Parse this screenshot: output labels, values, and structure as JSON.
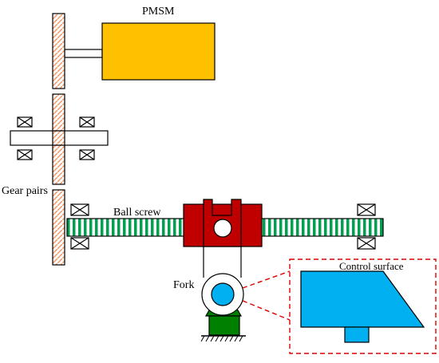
{
  "labels": {
    "motor": "PMSM",
    "gears": "Gear pairs",
    "screw": "Ball screw",
    "fork": "Fork",
    "surface": "Control surface"
  },
  "colors": {
    "motor_fill": "#FFC000",
    "nut_fill": "#C00000",
    "screw_stripe": "#00A050",
    "gear_hatch": "#F0A070",
    "surface_fill": "#00B0F0",
    "base_fill": "#008000",
    "zoom_frame": "#E00000"
  }
}
